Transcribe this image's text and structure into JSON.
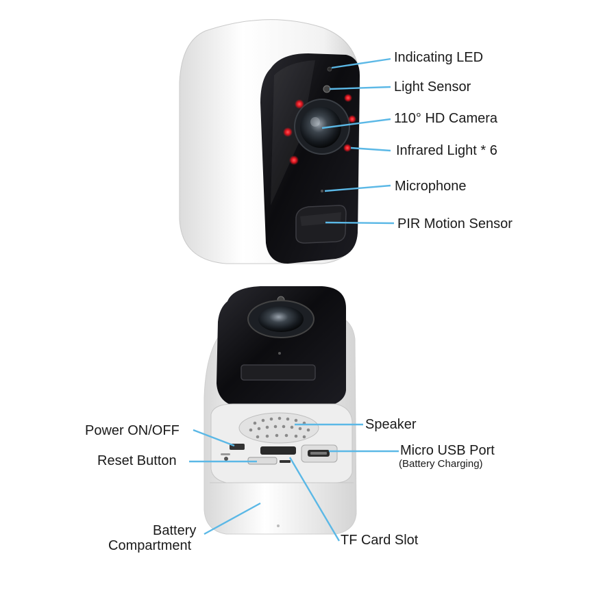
{
  "top_camera": {
    "callouts": {
      "indicating_led": "Indicating LED",
      "light_sensor": "Light Sensor",
      "camera": "110° HD Camera",
      "infrared": "Infrared Light * 6",
      "microphone": "Microphone",
      "pir": "PIR Motion Sensor"
    }
  },
  "bottom_camera": {
    "callouts": {
      "speaker": "Speaker",
      "power": "Power ON/OFF",
      "usb": "Micro USB Port",
      "usb_sub": "(Battery Charging)",
      "reset": "Reset Button",
      "battery_line1": "Battery",
      "battery_line2": "Compartment",
      "tf": "TF Card Slot"
    }
  },
  "colors": {
    "leader_line": "#5bb8e6",
    "body_white": "#f4f4f4",
    "face_black": "#0f0f12",
    "ir_red": "#e0141e"
  }
}
